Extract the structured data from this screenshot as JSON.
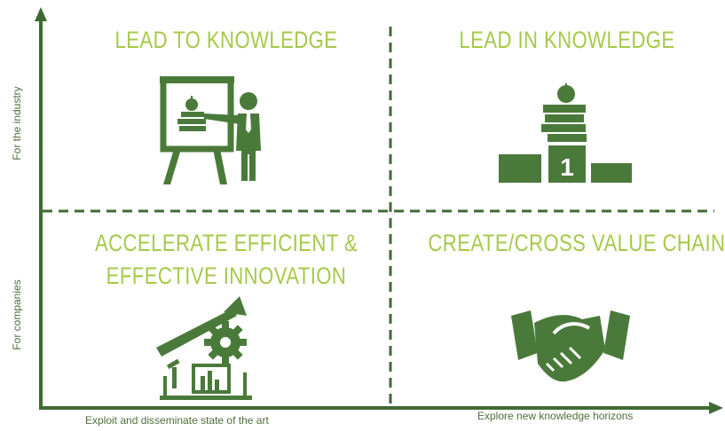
{
  "quadrants": {
    "top_left": {
      "title": "LEAD TO KNOWLEDGE",
      "icon": "presentation-teacher-icon"
    },
    "top_right": {
      "title": "LEAD IN KNOWLEDGE",
      "icon": "podium-first-place-icon",
      "podium_number": "1"
    },
    "bottom_left": {
      "title_line1": "ACCELERATE EFFICIENT &",
      "title_line2": "EFFECTIVE INNOVATION",
      "icon": "innovation-machinery-icon"
    },
    "bottom_right": {
      "title": "CREATE/CROSS VALUE CHAINS",
      "icon": "handshake-icon"
    }
  },
  "axes": {
    "y_upper": "For the industry",
    "y_lower": "For companies",
    "x_left": "Exploit and disseminate state of the art",
    "x_right": "Explore new knowledge horizons"
  },
  "colors": {
    "axis": "#3f6b33",
    "title": "#a6c94a",
    "icon": "#4a7a3a",
    "label": "#4e6e3a"
  }
}
